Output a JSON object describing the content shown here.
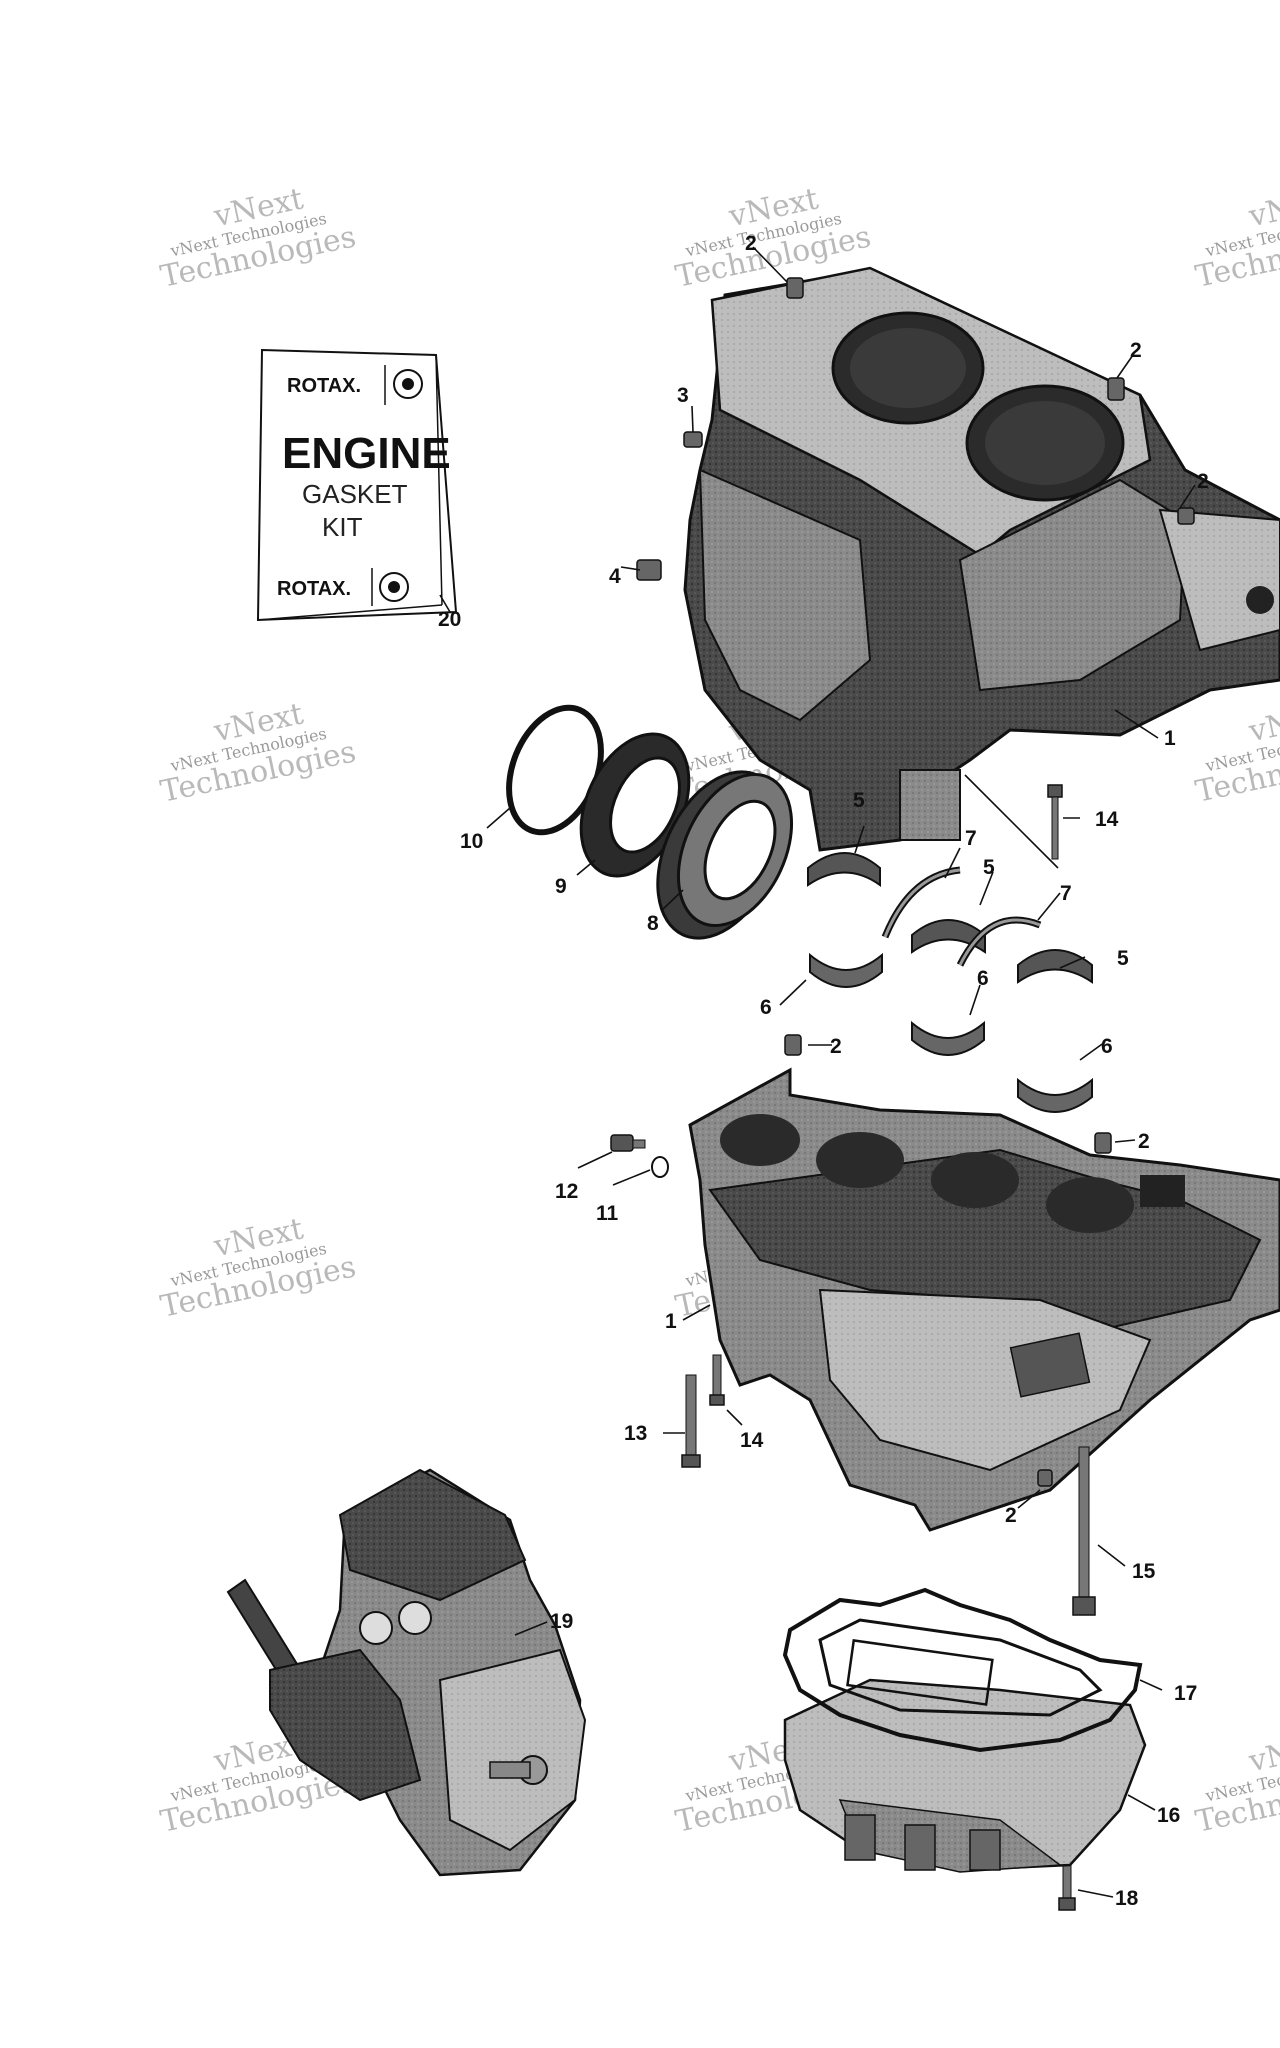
{
  "watermark": {
    "line1": "vNext",
    "line2": "vNext Technologies",
    "line3": "Technologies"
  },
  "gasket_kit": {
    "brand": "ROTAX.",
    "title": "ENGINE",
    "line2": "GASKET",
    "line3": "KIT",
    "brand_bottom": "ROTAX."
  },
  "callouts": {
    "c1a": "1",
    "c1b": "1",
    "c2a": "2",
    "c2b": "2",
    "c2c": "2",
    "c2d": "2",
    "c2e": "2",
    "c2f": "2",
    "c3": "3",
    "c4": "4",
    "c5a": "5",
    "c5b": "5",
    "c5c": "5",
    "c6a": "6",
    "c6b": "6",
    "c6c": "6",
    "c7a": "7",
    "c7b": "7",
    "c8": "8",
    "c9": "9",
    "c10": "10",
    "c11": "11",
    "c12": "12",
    "c13": "13",
    "c14a": "14",
    "c14b": "14",
    "c15": "15",
    "c16": "16",
    "c17": "17",
    "c18": "18",
    "c19": "19",
    "c20": "20"
  }
}
